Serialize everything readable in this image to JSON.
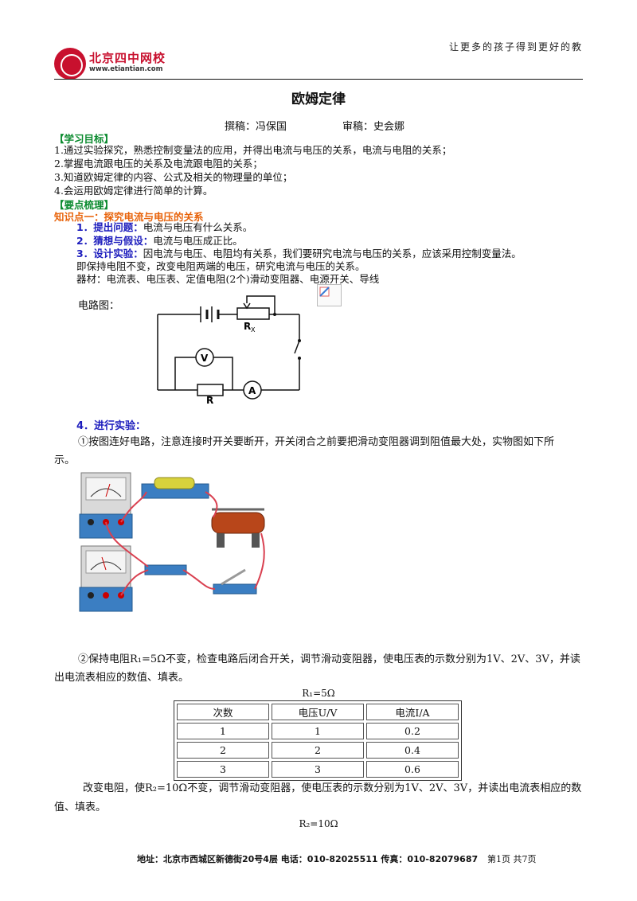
{
  "header": {
    "slogan": "让更多的孩子得到更好的教",
    "logo_text": "北京四中网校",
    "logo_url": "www.etiantian.com"
  },
  "doc": {
    "title": "欧姆定律",
    "author": "撰稿：冯保国",
    "reviewer": "审稿：史会娜"
  },
  "goals": {
    "heading": "【学习目标】",
    "items": [
      "1.通过实验探究，熟悉控制变量法的应用，并得出电流与电压的关系，电流与电阻的关系；",
      "2.掌握电流跟电压的关系及电流跟电阻的关系；",
      "3.知道欧姆定律的内容、公式及相关的物理量的单位；",
      "4.会运用欧姆定律进行简单的计算。"
    ]
  },
  "points": {
    "heading": "【要点梳理】",
    "kp1": "知识点一：探究电流与电压的关系",
    "step1_label": "1．提出问题：",
    "step1_text": "电流与电压有什么关系。",
    "step2_label": "2．猜想与假设：",
    "step2_text": "电流与电压成正比。",
    "step3_label": "3．设计实验：",
    "step3_text": "因电流与电压、电阻均有关系，我们要研究电流与电压的关系，应该采用控制变量法。",
    "step3_text2": "即保持电阻不变，改变电阻两端的电压，研究电流与电压的关系。",
    "equipment": "器材：电流表、电压表、定值电阻(2个)滑动变阻器、电源开关、导线",
    "circuit_label": "电路图：",
    "circuit": {
      "rx": "R",
      "rx_sub": "X",
      "r": "R",
      "voltmeter": "V",
      "ammeter": "A"
    },
    "step4_label": "4．进行实验：",
    "step4_p1": "①按图连好电路，注意连接时开关要断开，开关闭合之前要把滑动变阻器调到阻值最大处，实物图如下所",
    "step4_p1b": "示。",
    "step4_p2": "②保持电阻R₁=5Ω不变，检查电路后闭合开关，调节滑动变阻器，使电压表的示数分别为1V、2V、3V，并读",
    "step4_p2b": "出电流表相应的数值、填表。",
    "table1": {
      "caption": "R₁=5Ω",
      "headers": [
        "次数",
        "电压U/V",
        "电流I/A"
      ],
      "rows": [
        [
          "1",
          "1",
          "0.2"
        ],
        [
          "2",
          "2",
          "0.4"
        ],
        [
          "3",
          "3",
          "0.6"
        ]
      ]
    },
    "step4_p3": "改变电阻，使R₂=10Ω不变，调节滑动变阻器，使电压表的示数分别为1V、2V、3V，并读出电流表相应的数",
    "step4_p3b": "值、填表。",
    "table2_caption": "R₂=10Ω"
  },
  "footer": {
    "address": "地址：北京市西城区新德街20号4层  电话：010-82025511  传真：010-82079687",
    "page": "第1页  共7页"
  }
}
